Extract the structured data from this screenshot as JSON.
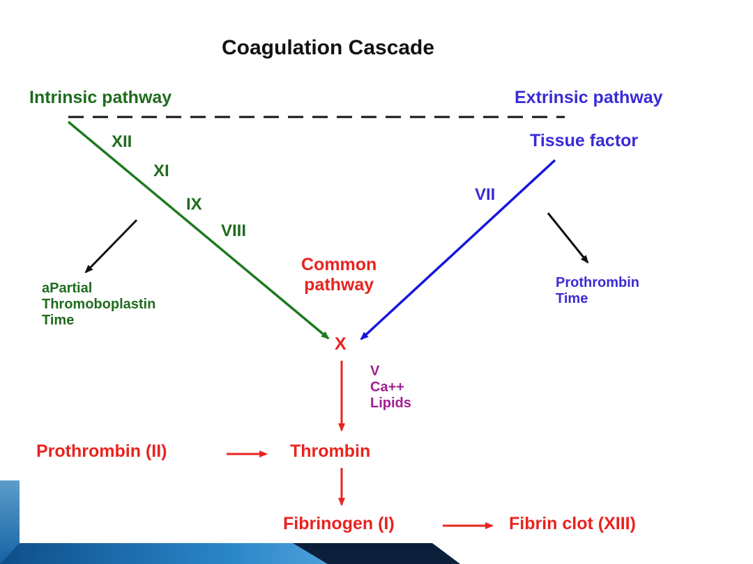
{
  "title": "Coagulation Cascade",
  "intrinsic": {
    "label": "Intrinsic pathway",
    "factors": [
      "XII",
      "XI",
      "IX",
      "VIII"
    ],
    "test_lines": [
      "aPartial",
      "Thromoboplastin",
      "Time"
    ]
  },
  "extrinsic": {
    "label": "Extrinsic pathway",
    "start": "Tissue factor",
    "factor": "VII",
    "test_lines": [
      "Prothrombin",
      "Time"
    ]
  },
  "common": {
    "label_lines": [
      "Common",
      "pathway"
    ],
    "factor_x": "X",
    "cofactors": [
      "V",
      "Ca++",
      "Lipids"
    ],
    "prothrombin": "Prothrombin (II)",
    "thrombin": "Thrombin",
    "fibrinogen": "Fibrinogen (I)",
    "fibrin": "Fibrin clot (XIII)"
  },
  "colors": {
    "intrinsic": "#1f6b1f",
    "extrinsic": "#3a2bd6",
    "common": "#e8231f",
    "cofactors": "#a11f8e",
    "slide_accent": "#1a6fb5"
  }
}
